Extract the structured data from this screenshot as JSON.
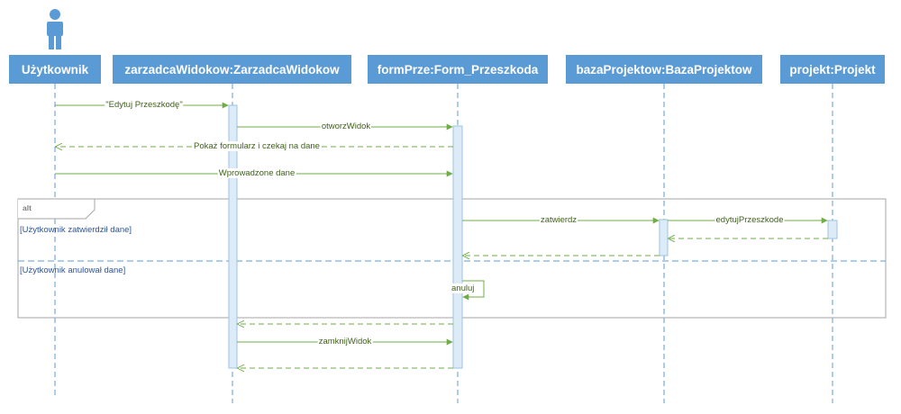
{
  "lifelines": [
    {
      "id": "user",
      "label": "Użytkownik",
      "is_actor": true
    },
    {
      "id": "zarzadca",
      "label": "zarzadcaWidokow:ZarzadcaWidokow"
    },
    {
      "id": "form",
      "label": "formPrze:Form_Przeszkoda"
    },
    {
      "id": "baza",
      "label": "bazaProjektow:BazaProjektow"
    },
    {
      "id": "projekt",
      "label": "projekt:Projekt"
    }
  ],
  "messages": [
    {
      "label": "\"Edytuj Przeszkodę\"",
      "from": "user",
      "to": "zarzadca",
      "type": "sync"
    },
    {
      "label": "otworzWidok",
      "from": "zarzadca",
      "to": "form",
      "type": "sync"
    },
    {
      "label": "Pokaż formularz i czekaj na dane",
      "from": "form",
      "to": "user",
      "type": "return"
    },
    {
      "label": "Wprowadzone dane",
      "from": "user",
      "to": "form",
      "type": "sync"
    },
    {
      "label": "zatwierdz",
      "from": "form",
      "to": "baza",
      "type": "sync"
    },
    {
      "label": "edytujPrzeszkode",
      "from": "baza",
      "to": "projekt",
      "type": "sync"
    },
    {
      "label": "",
      "from": "projekt",
      "to": "baza",
      "type": "return"
    },
    {
      "label": "",
      "from": "baza",
      "to": "form",
      "type": "return"
    },
    {
      "label": "anuluj",
      "from": "form",
      "to": "form",
      "type": "self"
    },
    {
      "label": "",
      "from": "form",
      "to": "zarzadca",
      "type": "return"
    },
    {
      "label": "zamknijWidok",
      "from": "zarzadca",
      "to": "form",
      "type": "sync"
    },
    {
      "label": "",
      "from": "form",
      "to": "zarzadca",
      "type": "return"
    }
  ],
  "fragment": {
    "operator": "alt",
    "guards": [
      "[Użytkownik zatwierdził dane]",
      "[Użytkownik anulował dane]"
    ]
  },
  "colors": {
    "header": "#5b9bd5",
    "lifeline": "#5b9bd5",
    "message": "#70ad47",
    "activation_fill": "#ddebf7",
    "activation_stroke": "#9dc3e6",
    "guard_text": "#2f5597",
    "fragment_border": "#a6a6a6"
  },
  "icons": {
    "actor": "person-icon"
  }
}
